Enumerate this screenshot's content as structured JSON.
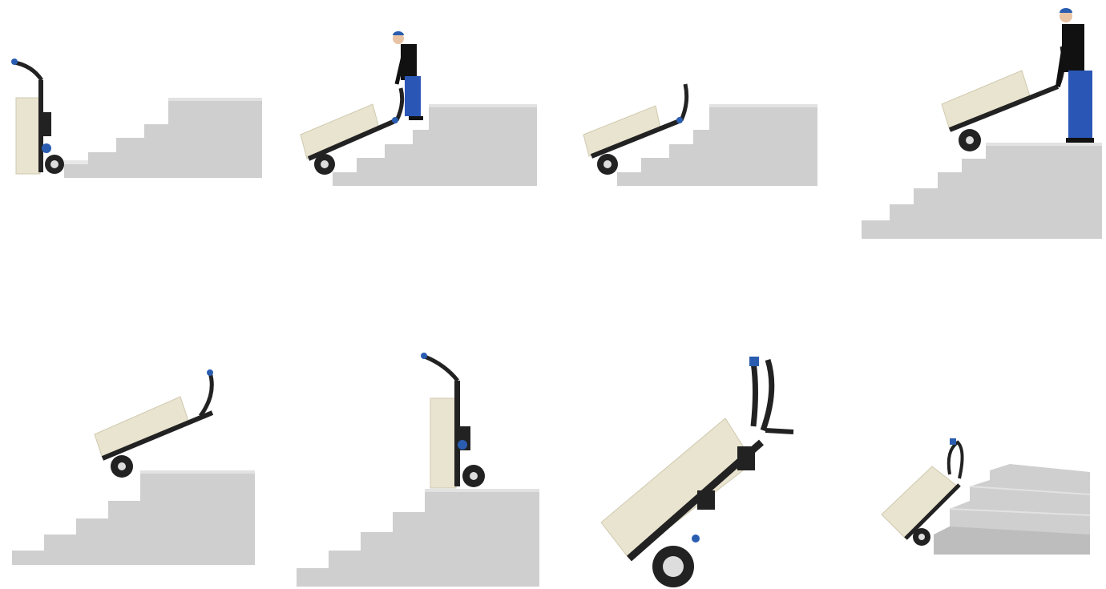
{
  "image": {
    "description_name": "stair-climbing-hand-truck-sequence",
    "panels": [
      {
        "id": 1,
        "has_person": false
      },
      {
        "id": 2,
        "has_person": true
      },
      {
        "id": 3,
        "has_person": false
      },
      {
        "id": 4,
        "has_person": true
      },
      {
        "id": 5,
        "has_person": false
      },
      {
        "id": 6,
        "has_person": false
      },
      {
        "id": 7,
        "has_person": false
      },
      {
        "id": 8,
        "has_person": false
      }
    ]
  },
  "colors": {
    "stair": "#cfcfcf",
    "stair_shade": "#bdbdbd",
    "box": "#e9e4cf",
    "box_edge": "#cfc9af",
    "frame": "#222222",
    "accent_blue": "#2a5db0",
    "wheel_hub": "#dddddd",
    "person_shirt": "#111111",
    "person_pants": "#2a56b6",
    "person_skin": "#e8c3a4"
  }
}
